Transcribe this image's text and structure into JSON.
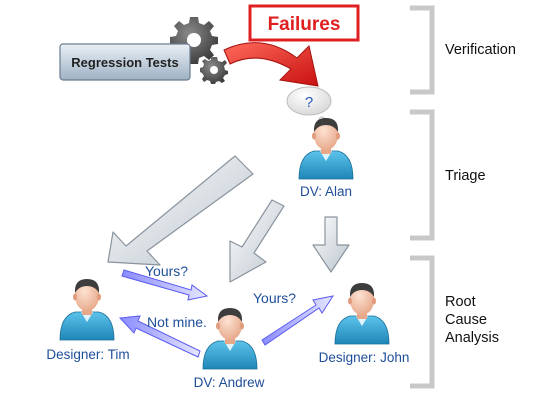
{
  "source_box": {
    "label": "Regression Tests"
  },
  "failures_box": {
    "label": "Failures"
  },
  "thought_bubble": {
    "symbol": "?"
  },
  "people": {
    "alan": {
      "label": "DV: Alan"
    },
    "tim": {
      "label": "Designer: Tim"
    },
    "andrew": {
      "label": "DV: Andrew"
    },
    "john": {
      "label": "Designer: John"
    }
  },
  "arrow_labels": {
    "tim_to_andrew": "Yours?",
    "andrew_to_tim": "Not mine.",
    "andrew_to_john": "Yours?"
  },
  "stages": {
    "verification": {
      "label": "Verification"
    },
    "triage": {
      "label": "Triage"
    },
    "rca": {
      "lines": [
        "Root",
        "Cause",
        "Analysis"
      ]
    }
  },
  "colors": {
    "failures_red": "#e02020",
    "label_blue": "#1f4e9a",
    "person_teal": "#3aa9d9",
    "bracket_gray": "#c8c8c8"
  }
}
